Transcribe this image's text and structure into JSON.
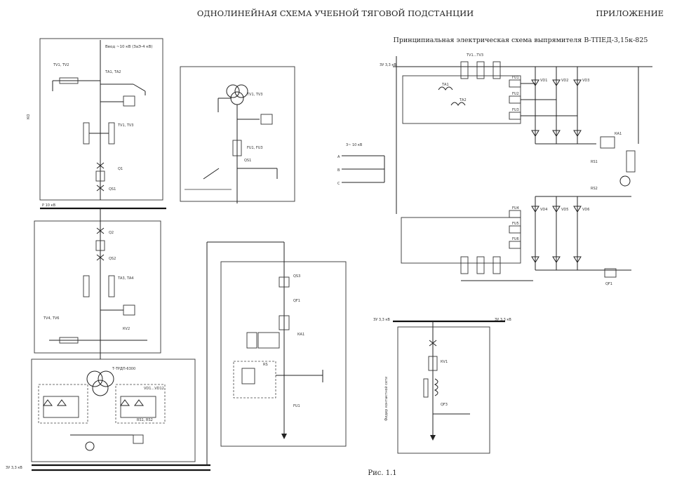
{
  "header": {
    "title": "ОДНОЛИНЕЙНАЯ СХЕМА УЧЕБНОЙ ТЯГОВОЙ ПОДСТАНЦИИ",
    "appendix": "ПРИЛОЖЕНИЕ"
  },
  "rectifier_title": "Принципиальная электрическая схема выпрямителя В-ТПЕД-3,15к-825",
  "caption": "Рис. 1.1",
  "left_cell": {
    "bus_in": "Ввод ~10 кВ (ЗаЭ-4 кВ)",
    "tv": "ТV1, ТV2",
    "q1": "Q1",
    "qs1": "QS1",
    "ta": "ТА1, ТА2",
    "tv_bus": "ТV1, ТV3",
    "ko": "КО"
  },
  "tsn_cell": {
    "tv": "ТV1, ТV3",
    "fu": "FU1, FU3",
    "qs": "QS1"
  },
  "mid_cell": {
    "q2": "Q2",
    "qs2": "QS2",
    "ta": "ТА3, ТА4",
    "tv": "ТV4, ТV6",
    "kv": "КV2"
  },
  "rectifier_cell": {
    "transformer": "Т-ТРДП-6300",
    "vd": "VD1...VD12",
    "rs": "RS1, RS2"
  },
  "dc_cell": {
    "qs": "QS3",
    "qf": "QF1",
    "fu": "FU1",
    "ka": "КА1",
    "rs": "RS"
  },
  "feeder_cell": {
    "label": "Фидер контактной сети",
    "kv": "КV1",
    "qf": "QF3"
  },
  "rectifier_schema": {
    "tv": "ТV1...ТV3",
    "ta": "ТА1",
    "ta2": "ТА2",
    "fu": "FU1",
    "fu2": "FU2",
    "fu3": "FU3",
    "fu4": "FU4",
    "fu5": "FU5",
    "fu6": "FU6",
    "ka": "КА1",
    "vd_top": "VD1",
    "vd_top2": "VD2",
    "vd_top3": "VD3",
    "vd_bot1": "VD4",
    "vd_bot2": "VD5",
    "vd_bot3": "VD6",
    "rs": "RS1",
    "rs2": "RS2",
    "qf": "QF1"
  },
  "phases": {
    "a": "А",
    "b": "В",
    "c": "С",
    "supply": "3~ 10 кВ"
  },
  "buses": {
    "bus10": "Р 10 кВ",
    "bus33": "ЗУ 3,3 кВ",
    "bus33b": "ЗУ 3,3 кВ",
    "bus_right": "ЗУ 3,3 кВ",
    "minus": "ЗУ 3,3 кВ"
  }
}
